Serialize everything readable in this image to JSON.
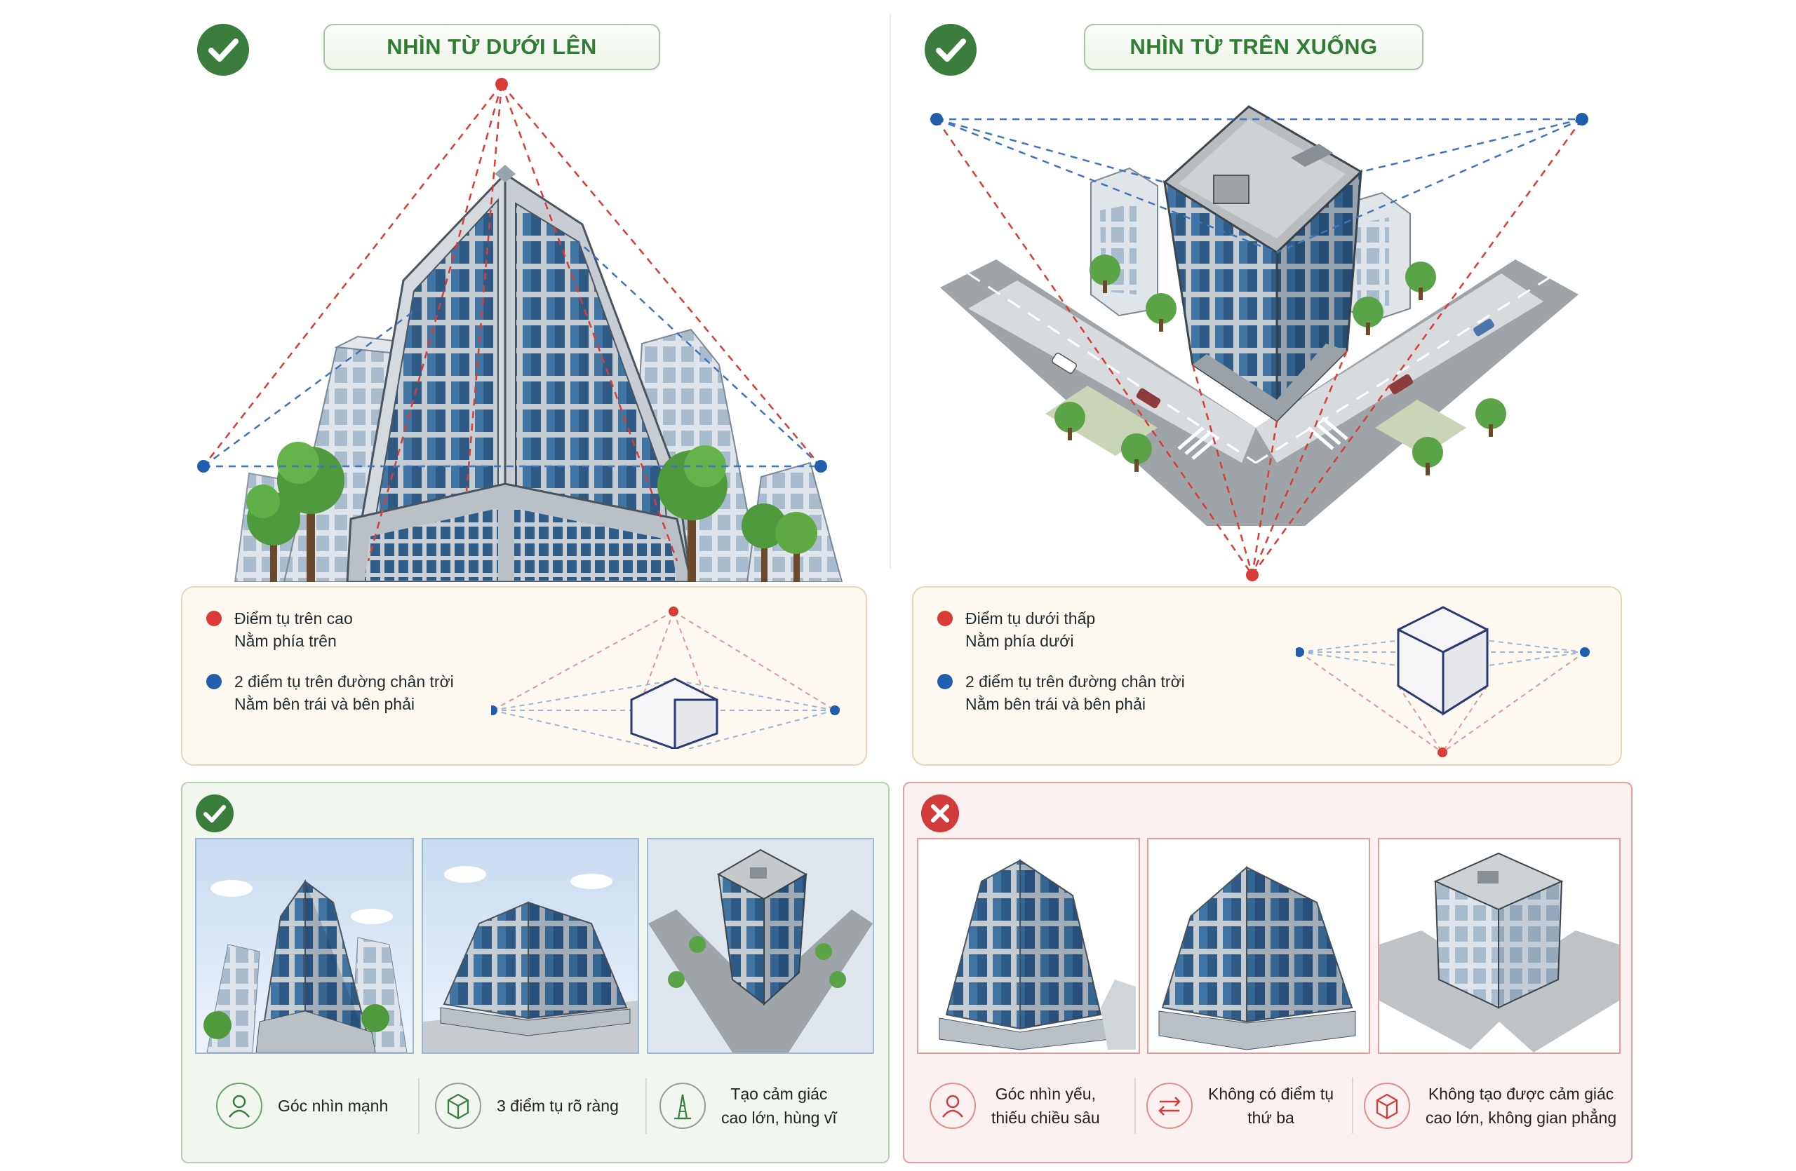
{
  "colors": {
    "accent_green": "#3a7d3c",
    "accent_red": "#d23b3b",
    "vp_red": "#d93c36",
    "vp_blue": "#1f5fae"
  },
  "left": {
    "title": "NHÌN TỪ DƯỚI LÊN",
    "legend": [
      {
        "line1": "Điểm tụ trên cao",
        "line2": "Nằm phía trên",
        "color": "#d93c36"
      },
      {
        "line1": "2 điểm tụ trên đường chân trời",
        "line2": "Nằm bên trái và bên phải",
        "color": "#1f5fae"
      }
    ]
  },
  "right": {
    "title": "NHÌN TỪ TRÊN XUỐNG",
    "legend": [
      {
        "line1": "Điểm tụ dưới thấp",
        "line2": "Nằm phía dưới",
        "color": "#d93c36"
      },
      {
        "line1": "2 điểm tụ trên đường chân trời",
        "line2": "Nằm bên trái và bên phải",
        "color": "#1f5fae"
      }
    ]
  },
  "good_panel": {
    "icon": "check-icon",
    "features": [
      {
        "icon": "person-icon",
        "lines": [
          "Góc nhìn mạnh"
        ]
      },
      {
        "icon": "cube-perspective-icon",
        "lines": [
          "3 điểm tụ rõ ràng"
        ]
      },
      {
        "icon": "tall-building-icon",
        "lines": [
          "Tạo cảm giác",
          "cao lớn, hùng vĩ"
        ]
      }
    ]
  },
  "bad_panel": {
    "icon": "cross-icon",
    "features": [
      {
        "icon": "person-icon",
        "lines": [
          "Góc nhìn yếu,",
          "thiếu chiều sâu"
        ]
      },
      {
        "icon": "arrows-icon",
        "lines": [
          "Không có điểm tụ",
          "thứ ba"
        ]
      },
      {
        "icon": "cube-icon",
        "lines": [
          "Không tạo được cảm giác",
          "cao lớn, không gian phẳng"
        ]
      }
    ]
  }
}
